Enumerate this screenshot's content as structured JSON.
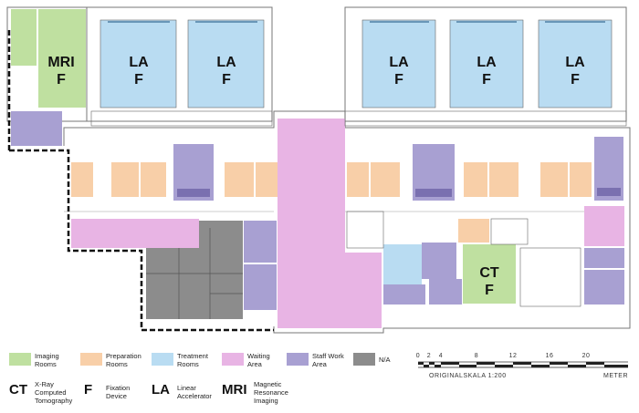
{
  "colors": {
    "imaging": "#bfe0a0",
    "preparation": "#f8cfa8",
    "treatment": "#b9dcf2",
    "waiting": "#e8b4e4",
    "staff": "#a8a0d2",
    "na": "#8c8c8c"
  },
  "rooms": {
    "mri": {
      "line1": "MRI",
      "line2": "F"
    },
    "la": {
      "line1": "LA",
      "line2": "F"
    },
    "ct": {
      "line1": "CT",
      "line2": "F"
    }
  },
  "legend": {
    "imaging_line1": "Imaging",
    "imaging_line2": "Rooms",
    "preparation_line1": "Preparation",
    "preparation_line2": "Rooms",
    "treatment_line1": "Treatment",
    "treatment_line2": "Rooms",
    "waiting_line1": "Waiting",
    "waiting_line2": "Area",
    "staff_line1": "Staff Work",
    "staff_line2": "Area",
    "na": "N/A"
  },
  "abbreviations": {
    "ct": {
      "abbr": "CT",
      "line1": "X-Ray",
      "line2": "Computed",
      "line3": "Tomography"
    },
    "f": {
      "abbr": "F",
      "line1": "Fixation",
      "line2": "Device"
    },
    "la": {
      "abbr": "LA",
      "line1": "Linear",
      "line2": "Accelerator"
    },
    "mri": {
      "abbr": "MRI",
      "line1": "Magnetic",
      "line2": "Resonance",
      "line3": "Imaging"
    }
  },
  "scale": {
    "ticks": [
      "0",
      "2",
      "4",
      "8",
      "12",
      "16",
      "20"
    ],
    "caption": "ORIGINALSKALA 1:200",
    "unit": "METER"
  }
}
